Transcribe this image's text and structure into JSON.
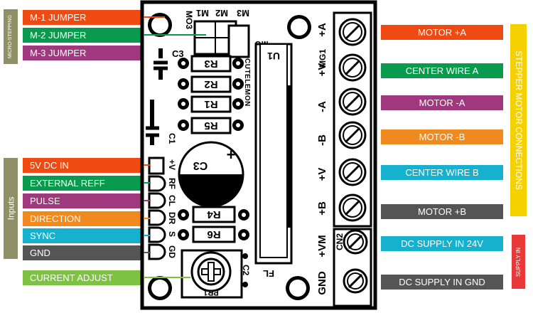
{
  "colors": {
    "red": "#ee4a12",
    "green": "#0a9a4e",
    "purple": "#a0387e",
    "orange": "#f08a1e",
    "cyan": "#17b1d0",
    "gray": "#555555",
    "lime": "#7dc242",
    "olive": "#8f8f68",
    "yellow": "#f6d100",
    "alert_red": "#e93838",
    "board": "#000000"
  },
  "tabs": {
    "micro_stepping": "MICRO-STEPPING",
    "inputs": "Inputs",
    "stepper_motor_connections": "STEPPER MOTOR CONNECTIONS",
    "supply_in": "SUPPLY IN"
  },
  "left_labels": {
    "m1": "M-1  JUMPER",
    "m2": "M-2  JUMPER",
    "m3": "M-3  JUMPER",
    "dc5v": "5V DC IN",
    "external_reff": "EXTERNAL REFF",
    "pulse": "PULSE",
    "direction": "DIRECTION",
    "sync": "SYNC",
    "gnd": "GND",
    "current_adjust": "CURRENT ADJUST"
  },
  "right_labels": {
    "motor_plus_a": "MOTOR +A",
    "center_wire_a": "CENTER WIRE A",
    "motor_minus_a": "MOTOR -A",
    "motor_minus_b": "MOTOR -B",
    "center_wire_b": "CENTER WIRE B",
    "motor_plus_b": "MOTOR +B",
    "dc_supply_24v": "DC SUPPLY IN 24V",
    "dc_supply_gnd": "DC SUPPLY IN GND"
  },
  "silkscreen": {
    "m3": "M3",
    "m2": "M2",
    "m1": "M1",
    "mo3": "MO3",
    "c3_small": "C3",
    "r3": "R3",
    "r2": "R2",
    "r1": "R1",
    "r5": "R5",
    "r4": "R4",
    "r6": "R6",
    "c3_big": "C3",
    "plus": "+",
    "c1": "C1",
    "pin_vr": "+V",
    "pin_rf": "RF",
    "pin_cl": "CL",
    "pin_dr": "DR",
    "pin_s": "S",
    "pin_gd": "GD",
    "brand": "CUTELEMON",
    "mo": "MO",
    "u1": "U1",
    "fl": "FL",
    "pr1": "PR1",
    "c2": "C2",
    "mg1": "MG1",
    "cn2": "CN2",
    "t_plus_a": "+A",
    "t_plus_v1": "+V",
    "t_minus_a": "-A",
    "t_minus_b": "-B",
    "t_plus_v2": "+V",
    "t_plus_b": "+B",
    "t_plus_vm": "+VM",
    "t_gnd": "GND"
  }
}
